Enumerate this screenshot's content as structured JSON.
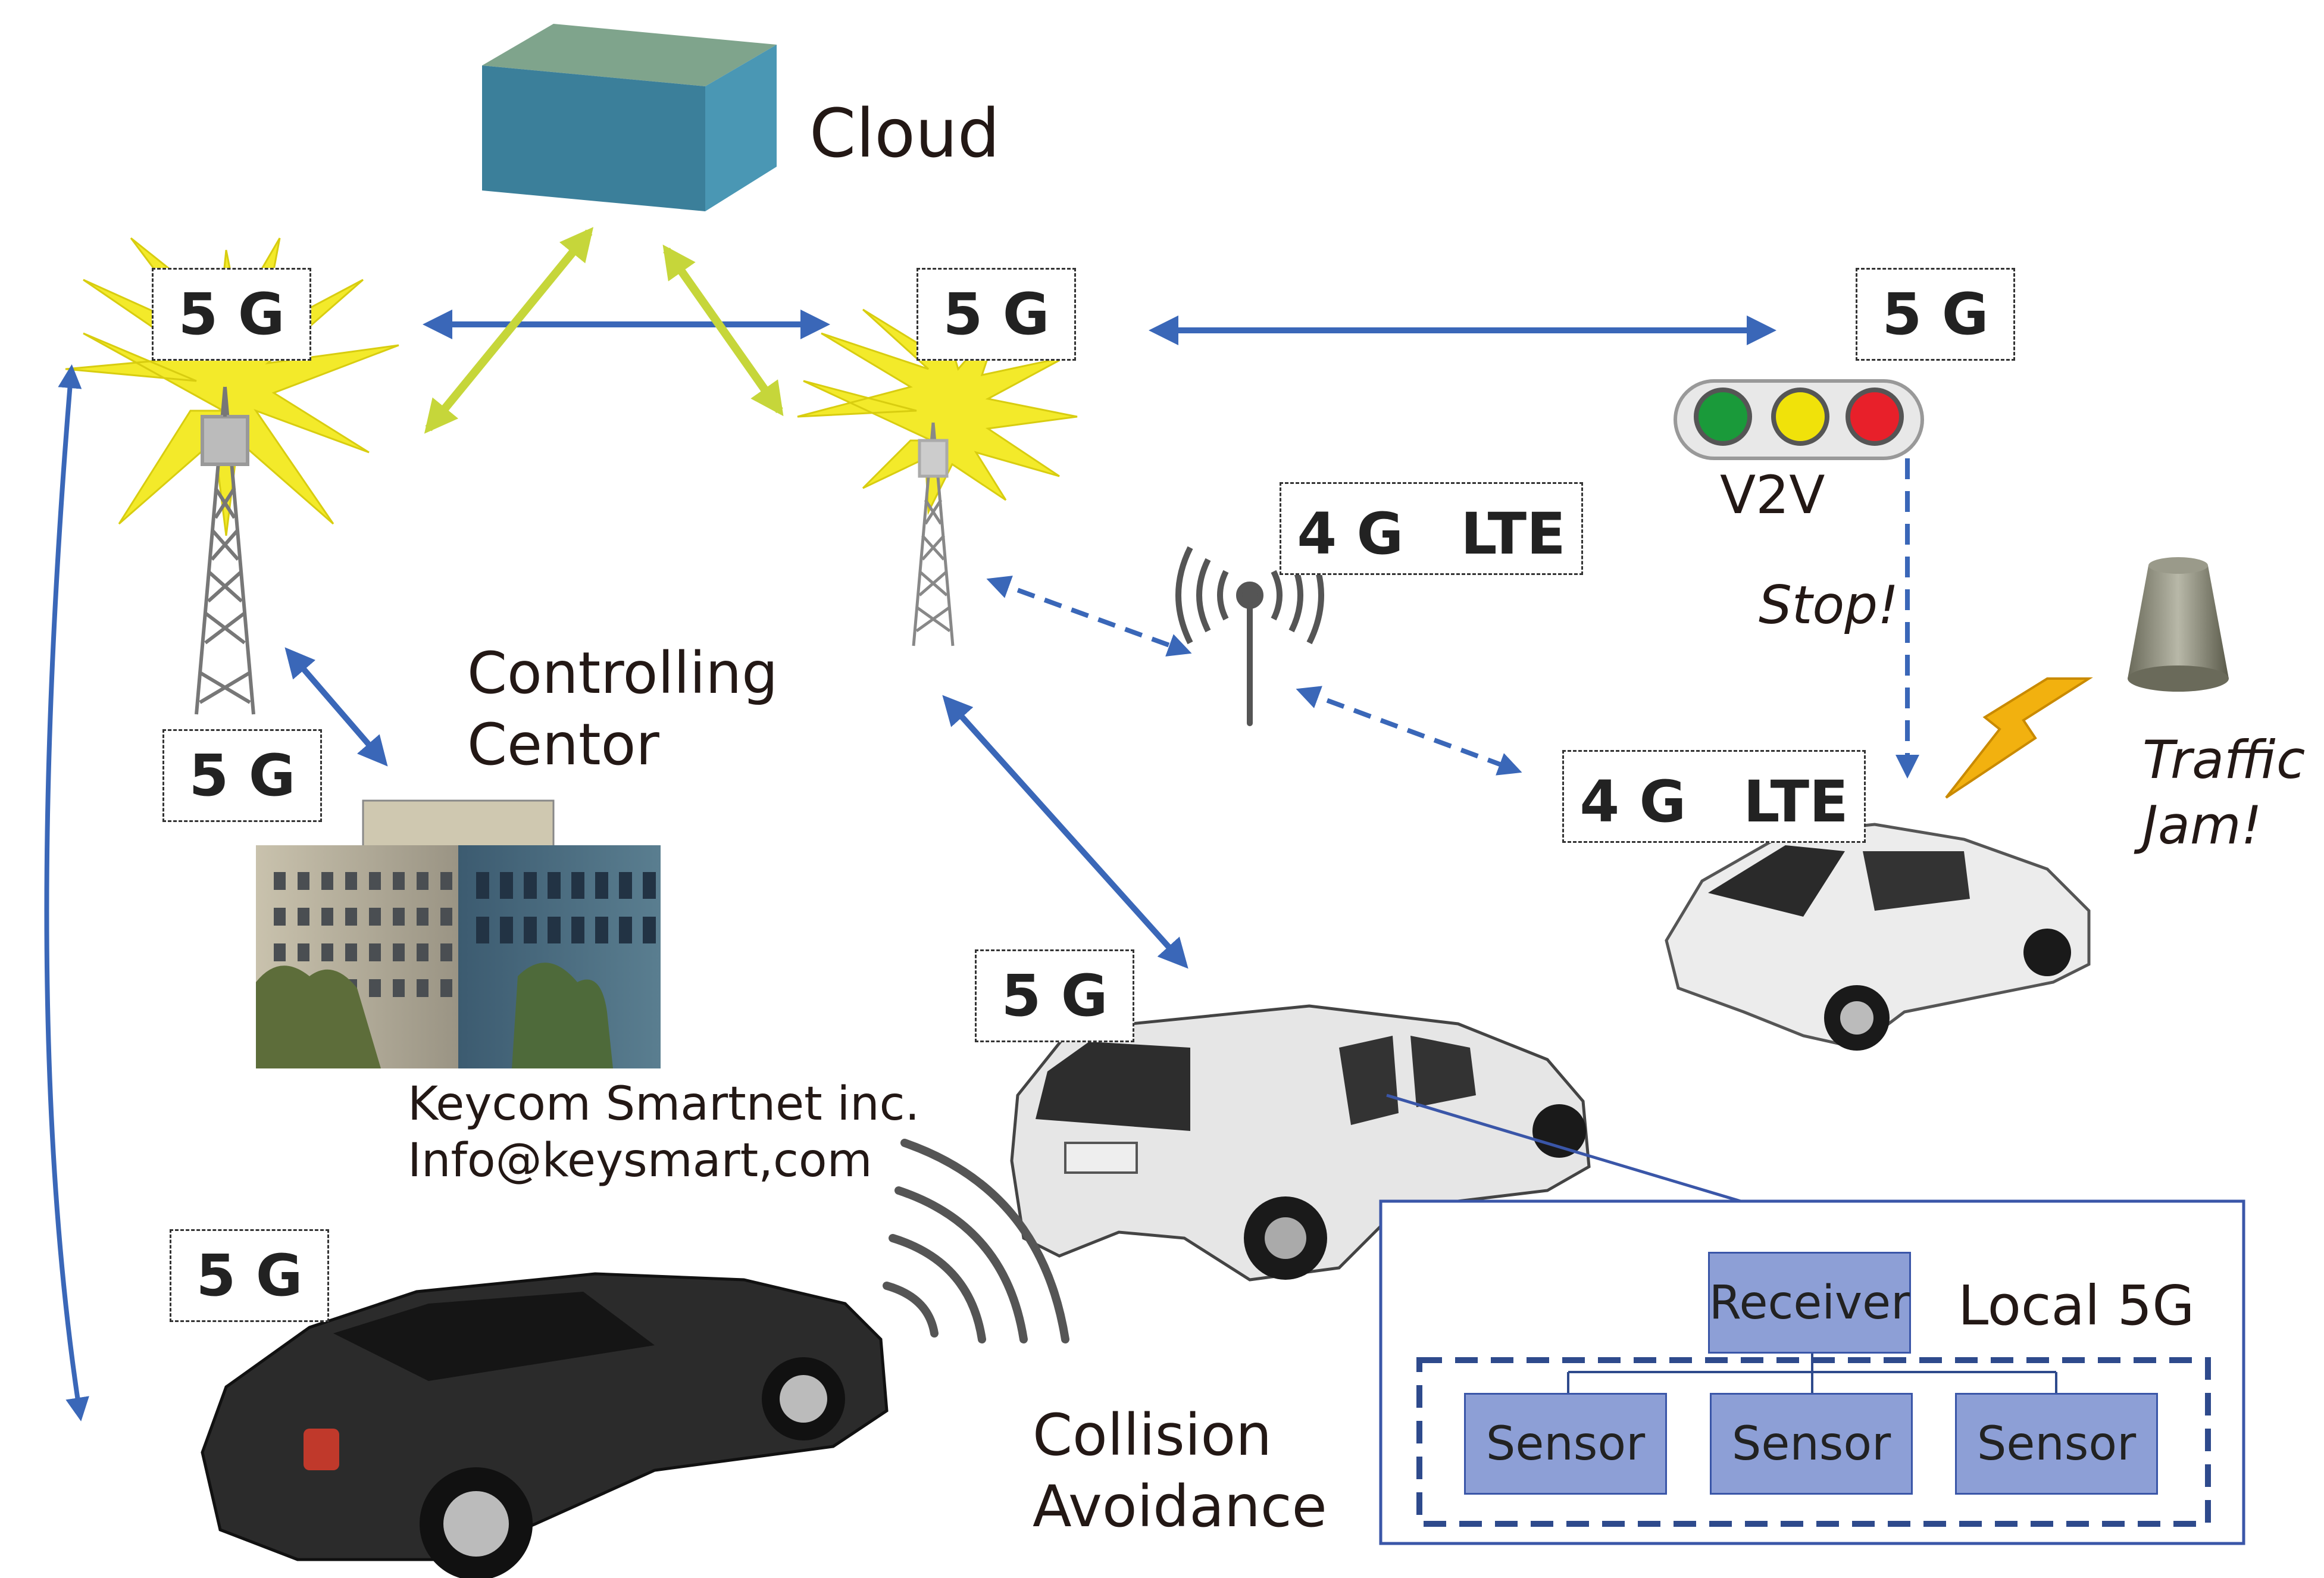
{
  "cloud": {
    "label": "Cloud"
  },
  "tags": {
    "tower1_5g": "5 G",
    "tower2_5g": "5 G",
    "signal_5g": "5 G",
    "center_5g": "5 G",
    "lte_antenna": "4 G　LTE",
    "lte_car": "4 G　LTE",
    "suv_5g": "5 G",
    "black_car_5g": "5 G"
  },
  "traffic_light": {
    "label": "V2V",
    "stop": "Stop!",
    "colors": [
      "#1a9a3a",
      "#f0e20a",
      "#e8202a"
    ]
  },
  "traffic_jam": {
    "line1": "Traffic",
    "line2": "Jam!"
  },
  "controlling_center": {
    "line1": "Controlling",
    "line2": "Centor"
  },
  "company": {
    "name": "Keycom Smartnet inc.",
    "email": "Info@keysmart,com"
  },
  "collision": {
    "line1": "Collision",
    "line2": "Avoidance"
  },
  "local5g": {
    "title": "Local 5G",
    "receiver": "Receiver",
    "sensors": [
      "Sensor",
      "Sensor",
      "Sensor"
    ]
  },
  "colors": {
    "arrow_blue": "#3a67b8",
    "arrow_green": "#c6d63a",
    "spark_yellow": "#f3ea2a",
    "box_fill": "#8d9fd6",
    "box_border": "#2e4a8c"
  }
}
